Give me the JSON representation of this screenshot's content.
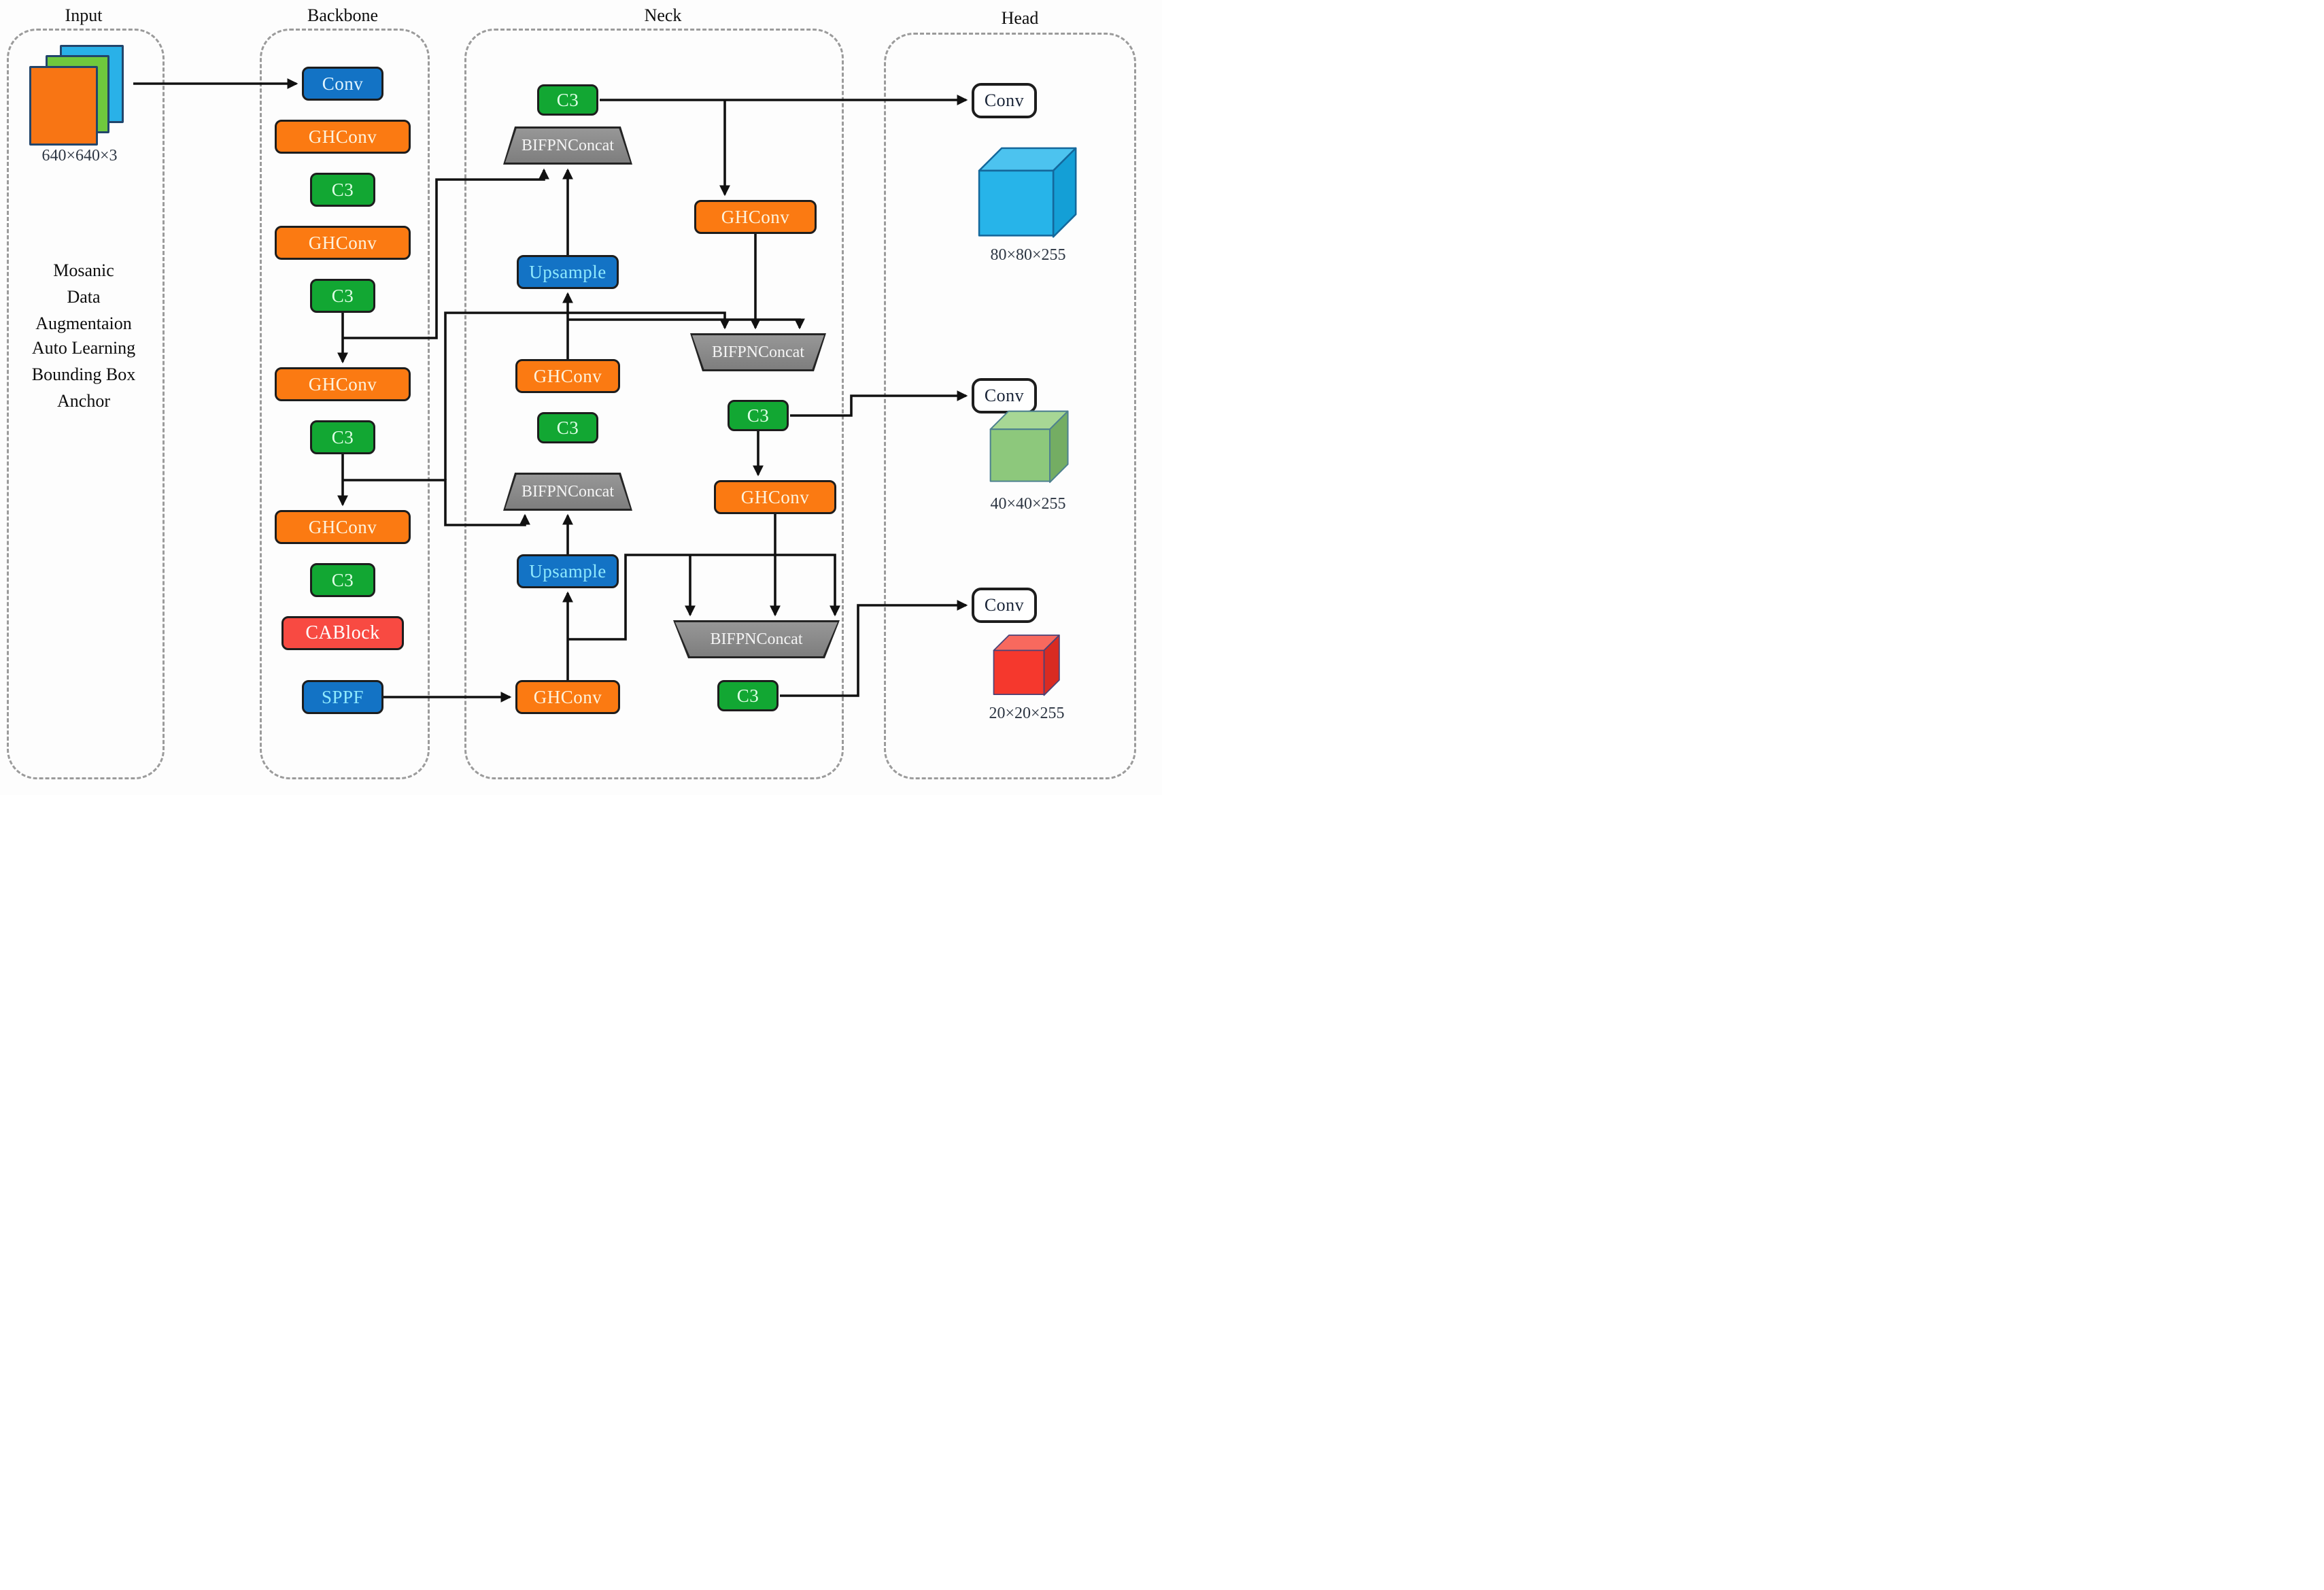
{
  "section_labels": {
    "input": "Input",
    "backbone": "Backbone",
    "neck": "Neck",
    "head": "Head"
  },
  "input": {
    "caption": "640×640×3",
    "note_augmentation": {
      "line1": "Mosanic",
      "line2": "Data",
      "line3": "Augmentaion"
    },
    "note_anchor": {
      "line1": "Auto Learning",
      "line2": "Bounding Box",
      "line3": "Anchor"
    }
  },
  "backbone": {
    "conv": "Conv",
    "ghconv1": "GHConv",
    "c3_1": "C3",
    "ghconv2": "GHConv",
    "c3_2": "C3",
    "ghconv3": "GHConv",
    "c3_3": "C3",
    "ghconv4": "GHConv",
    "c3_4": "C3",
    "cablock": "CABlock",
    "sppf": "SPPF"
  },
  "neck": {
    "c3_top": "C3",
    "bifpn_top": "BIFPNConcat",
    "upsample1": "Upsample",
    "ghconv_mid": "GHConv",
    "c3_mid": "C3",
    "bifpn_mid": "BIFPNConcat",
    "upsample2": "Upsample",
    "ghconv_bottom": "GHConv",
    "ghconv_topright": "GHConv",
    "bifpn_right1": "BIFPNConcat",
    "c3_right1": "C3",
    "ghconv_right2": "GHConv",
    "bifpn_right2": "BIFPNConcat",
    "c3_right2": "C3"
  },
  "head": {
    "conv1": "Conv",
    "conv2": "Conv",
    "conv3": "Conv",
    "output1": "80×80×255",
    "output2": "40×40×255",
    "output3": "20×20×255"
  },
  "palette": {
    "blue": "#1373c5",
    "orange": "#fb7a12",
    "green": "#12a733",
    "red": "#f84a42",
    "gray": "#8c8c8c",
    "line": "#111111",
    "cube_blue_front": "#27b4e9",
    "cube_blue_top": "#4cc3ef",
    "cube_blue_side": "#149fd6",
    "cube_green_front": "#8dc87c",
    "cube_green_top": "#a7d795",
    "cube_green_side": "#74ad63",
    "cube_red_front": "#f5382d",
    "cube_red_top": "#f8695e",
    "cube_red_side": "#d92b22"
  }
}
